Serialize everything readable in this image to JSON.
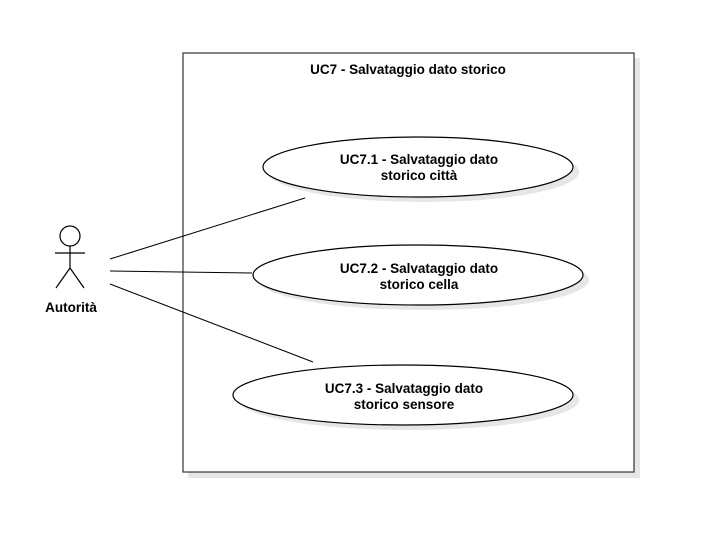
{
  "diagram": {
    "system": {
      "title": "UC7 - Salvataggio dato storico"
    },
    "actor": {
      "name": "Autorità"
    },
    "use_cases": [
      {
        "line1": "UC7.1 - Salvataggio dato",
        "line2": "storico città"
      },
      {
        "line1": "UC7.2 - Salvataggio dato",
        "line2": "storico cella"
      },
      {
        "line1": "UC7.3 - Salvataggio dato",
        "line2": "storico sensore"
      }
    ]
  },
  "colors": {
    "stroke": "#000000",
    "fill": "#ffffff",
    "shadow": "#e6e6e6",
    "frame_stroke": "#333333"
  }
}
